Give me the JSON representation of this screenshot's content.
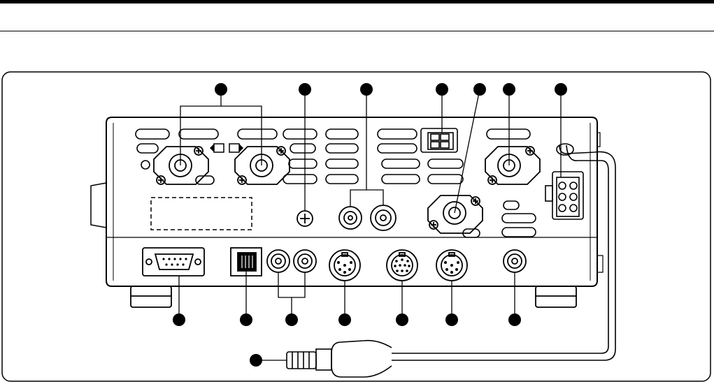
{
  "figure": {
    "description_visible_text": "",
    "arrow_left_symbol": "left-arrow-icon",
    "arrow_right_symbol": "right-arrow-icon"
  },
  "callouts": {
    "top_count": 7,
    "bottom_count": 7,
    "side_count": 1
  }
}
